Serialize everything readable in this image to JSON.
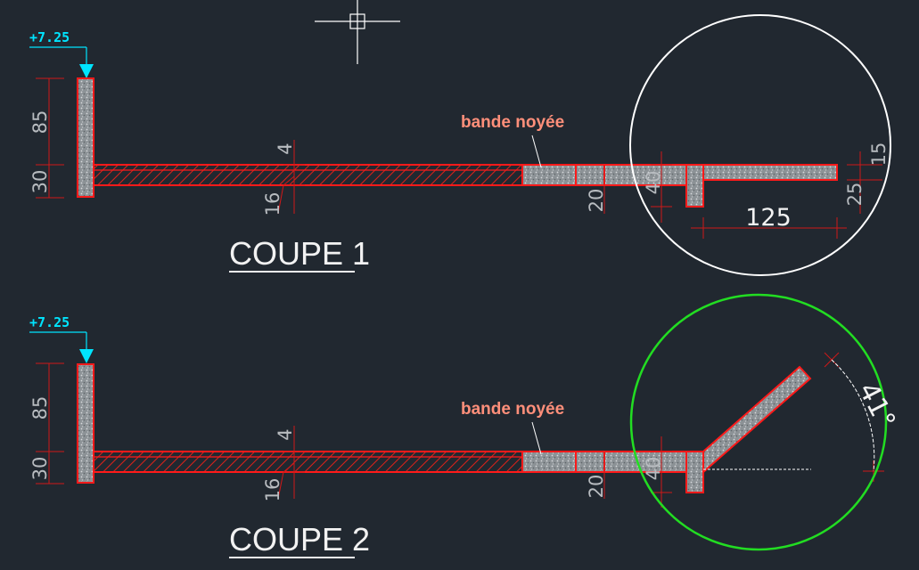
{
  "colors": {
    "background": "#212830",
    "outline": "#ff1a1a",
    "concrete": "#9aa0a4",
    "hatch": "#e0221a",
    "level": "#00e5ff",
    "note": "#ff8f7a",
    "detail1_circle": "#ffffff",
    "detail2_circle": "#22dd22",
    "dim_text": "#b8bcc0"
  },
  "crosshair_icon": "crosshair-cursor",
  "sections": [
    {
      "title": "COUPE 1",
      "level": "+7.25",
      "dims": {
        "upstand": "85",
        "slab": "30",
        "top": "4",
        "bottom": "16",
        "beam": "20",
        "beam2": "40"
      },
      "note": "bande noyée",
      "detail": {
        "length": "125",
        "a": "15",
        "b": "25"
      }
    },
    {
      "title": "COUPE 2",
      "level": "+7.25",
      "dims": {
        "upstand": "85",
        "slab": "30",
        "top": "4",
        "bottom": "16",
        "beam": "20",
        "beam2": "40"
      },
      "note": "bande noyée",
      "detail": {
        "angle": "41°"
      }
    }
  ]
}
